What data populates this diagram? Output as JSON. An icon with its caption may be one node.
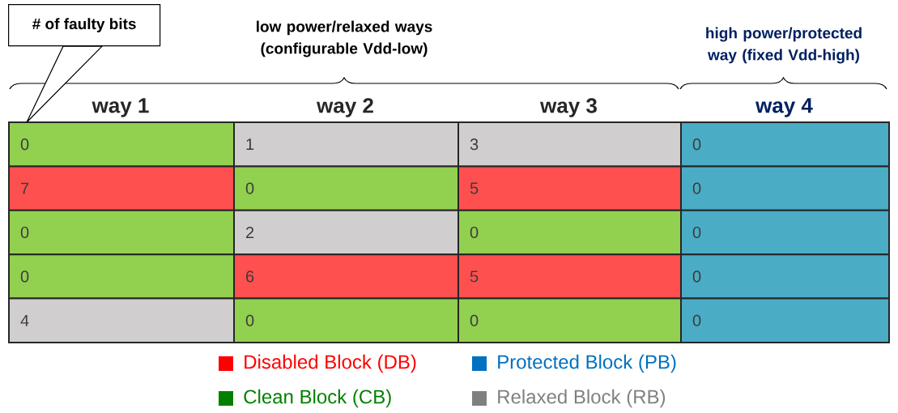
{
  "diagram": {
    "nodes": [
      {
        "text": [
          "# of faulty bits"
        ]
      },
      {
        "text": [
          "0"
        ]
      },
      {
        "text": [
          "1"
        ]
      },
      {
        "text": [
          "3"
        ]
      },
      {
        "text": [
          "0"
        ]
      },
      {
        "text": [
          "7"
        ]
      },
      {
        "text": [
          "0"
        ]
      },
      {
        "text": [
          "5"
        ]
      },
      {
        "text": [
          "0"
        ]
      },
      {
        "text": [
          "0"
        ]
      },
      {
        "text": [
          "2"
        ]
      },
      {
        "text": [
          "0"
        ]
      },
      {
        "text": [
          "0"
        ]
      },
      {
        "text": [
          "0"
        ]
      },
      {
        "text": [
          "6"
        ]
      },
      {
        "text": [
          "5"
        ]
      },
      {
        "text": [
          "0"
        ]
      },
      {
        "text": [
          "4"
        ]
      },
      {
        "text": [
          "0"
        ]
      },
      {
        "text": [
          "0"
        ]
      },
      {
        "text": [
          "0"
        ]
      }
    ],
    "edges": [
      {
        "from": 0,
        "to": 1,
        "arrow": "none"
      }
    ],
    "labels": [
      "low power/relaxed ways (configurable Vdd-low)",
      "high power/protected way (fixed Vdd-high)",
      "way 1",
      "way 2",
      "way 3",
      "way 4"
    ],
    "legend": [
      {
        "text": "Disabled Block (DB)",
        "color": "#ff0000"
      },
      {
        "text": "Protected Block (PB)",
        "color": "#0070c0"
      },
      {
        "text": "Clean Block (CB)",
        "color": "#008000"
      },
      {
        "text": "Relaxed Block (RB)",
        "color": "#808080"
      }
    ]
  }
}
